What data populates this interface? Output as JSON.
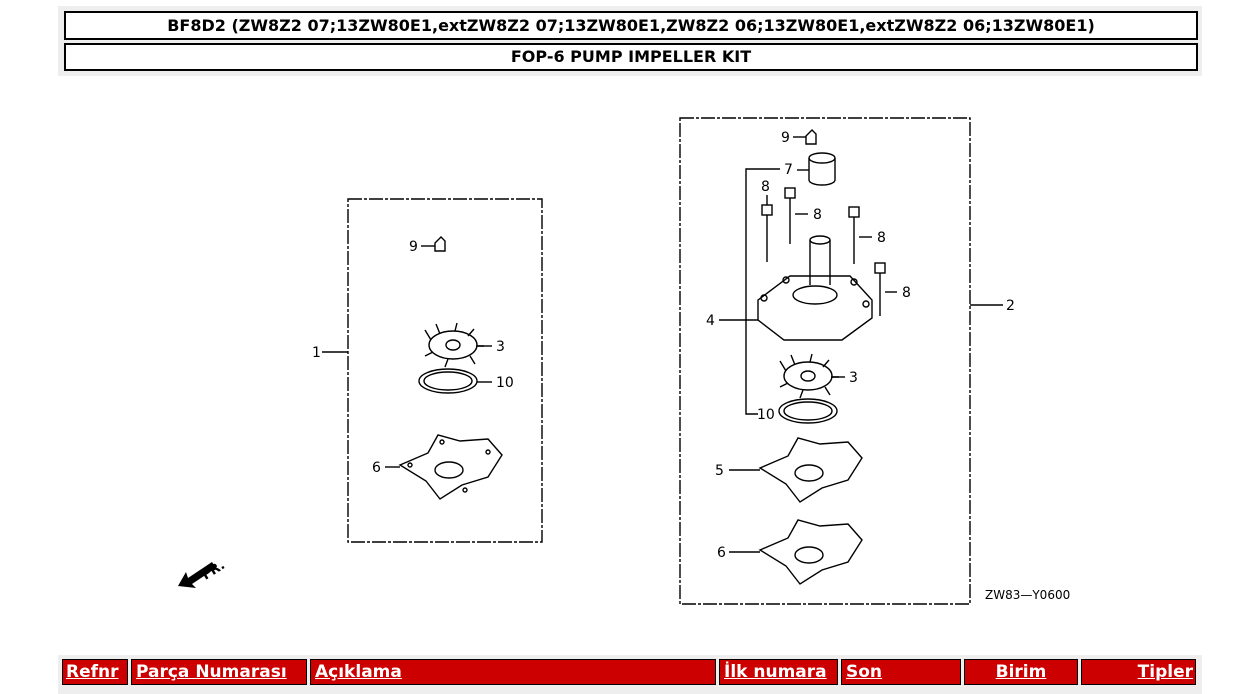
{
  "header": {
    "model": "BF8D2 (ZW8Z2 07;13ZW80E1,extZW8Z2 07;13ZW80E1,ZW8Z2 06;13ZW80E1,extZW8Z2 06;13ZW80E1)",
    "group": "FOP-6 PUMP IMPELLER KIT"
  },
  "diagram": {
    "drawing_code": "ZW83—Y0600",
    "fr_label": "FR.",
    "callouts": {
      "left_box": "1",
      "right_box": "2",
      "impeller_l": "3",
      "impeller_r": "3",
      "housing": "4",
      "plate5": "5",
      "plate6_l": "6",
      "plate6_r": "6",
      "collar": "7",
      "bolt_a": "8",
      "bolt_b": "8",
      "bolt_c": "8",
      "bolt_d": "8",
      "key_l": "9",
      "key_r": "9",
      "oring_l": "10",
      "oring_r": "10"
    }
  },
  "table_header": {
    "ref": "Refnr",
    "part_number": "Parça Numarası",
    "description": "Açıklama",
    "first_number": "İlk numara",
    "last": "Son",
    "unit": "Birim",
    "types": "Tipler"
  },
  "colors": {
    "header_red": "#cc0000",
    "frame_grey": "#eeeeee"
  }
}
